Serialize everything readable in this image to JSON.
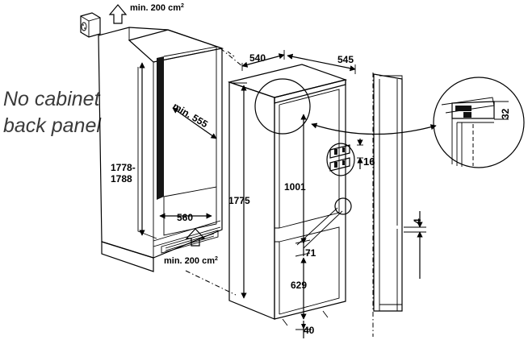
{
  "note": {
    "line1": "No cabinet",
    "line2": "back panel"
  },
  "vent": {
    "top_label": "min. 200 cm",
    "bottom_label": "min. 200 cm",
    "unit_superscript": "2"
  },
  "niche": {
    "height_a": "1778-",
    "height_b": "1788",
    "width": "560",
    "depth": "min. 555"
  },
  "appliance": {
    "depth": "540",
    "width": "545",
    "height": "1775",
    "upper_section": "1001",
    "hinge_gap": "16",
    "gap": "71",
    "lower_section": "629",
    "bottom": "40"
  },
  "detail": {
    "top_gap": "32",
    "side_gap": "4"
  }
}
